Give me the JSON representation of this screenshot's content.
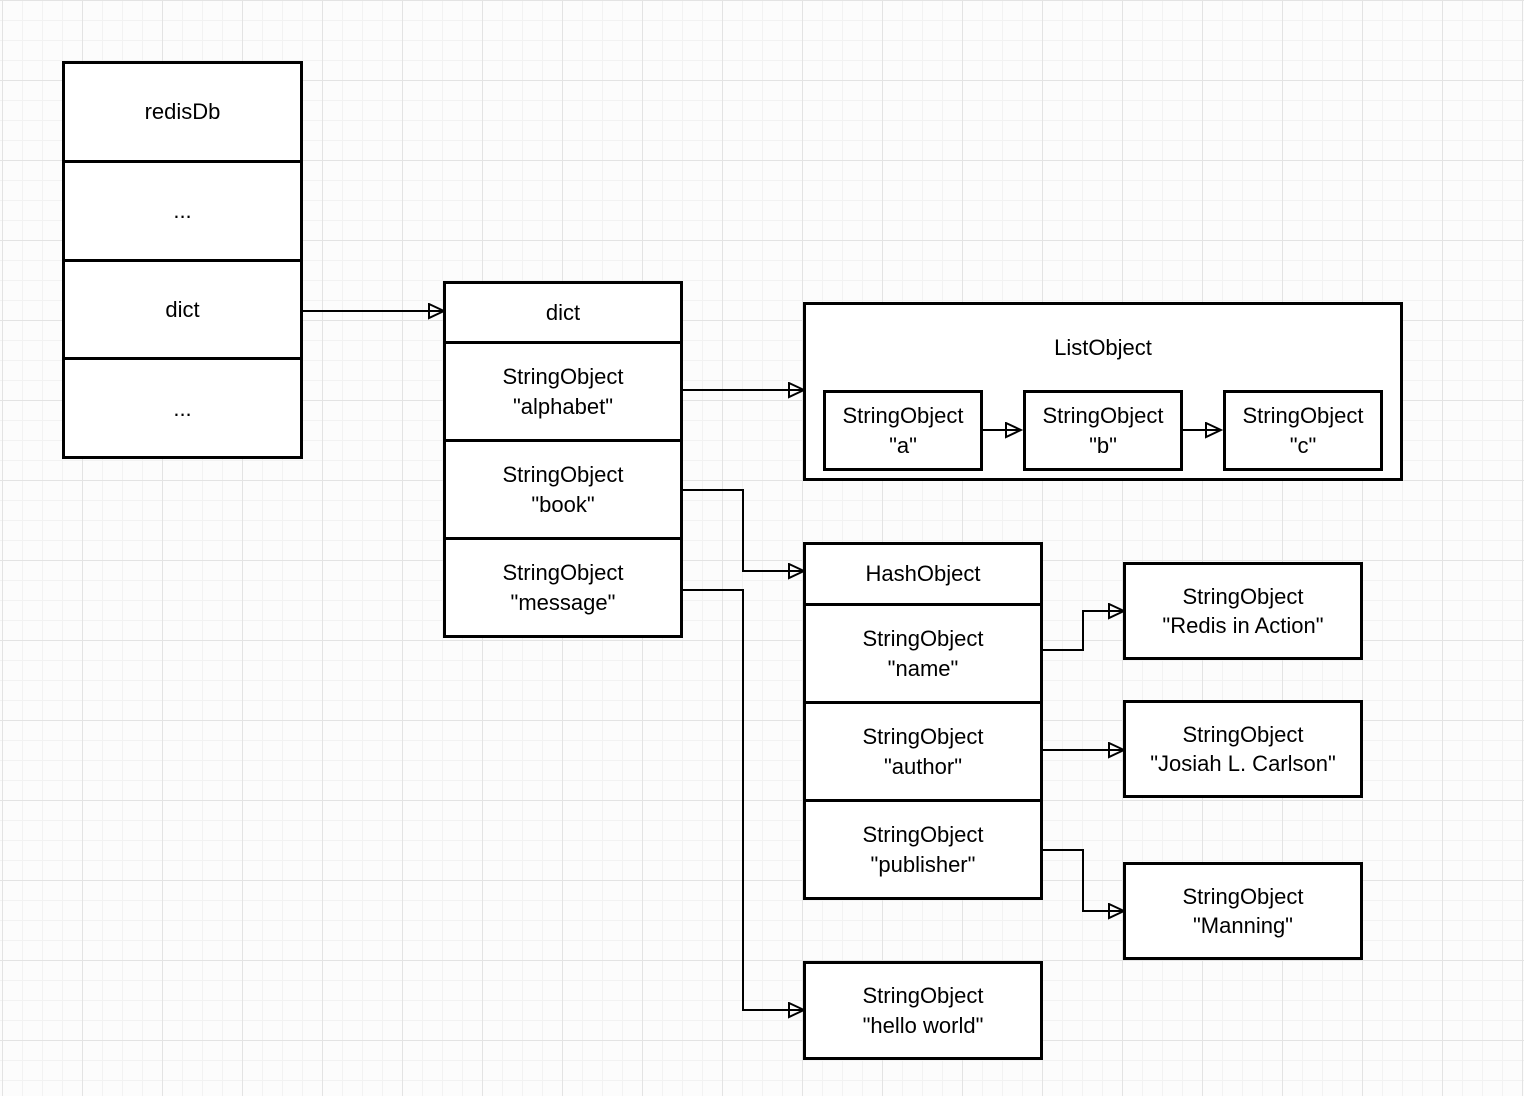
{
  "redis_db": {
    "rows": [
      {
        "text": "redisDb"
      },
      {
        "text": "..."
      },
      {
        "text": "dict"
      },
      {
        "text": "..."
      }
    ]
  },
  "dict_table": {
    "rows": [
      {
        "text": "dict"
      },
      {
        "line1": "StringObject",
        "line2": "\"alphabet\""
      },
      {
        "line1": "StringObject",
        "line2": "\"book\""
      },
      {
        "line1": "StringObject",
        "line2": "\"message\""
      }
    ]
  },
  "list_object": {
    "title": "ListObject",
    "items": [
      {
        "line1": "StringObject",
        "line2": "\"a\""
      },
      {
        "line1": "StringObject",
        "line2": "\"b\""
      },
      {
        "line1": "StringObject",
        "line2": "\"c\""
      }
    ]
  },
  "hash_object": {
    "rows": [
      {
        "text": "HashObject"
      },
      {
        "line1": "StringObject",
        "line2": "\"name\""
      },
      {
        "line1": "StringObject",
        "line2": "\"author\""
      },
      {
        "line1": "StringObject",
        "line2": "\"publisher\""
      }
    ]
  },
  "string_objects": {
    "redis_in_action": {
      "line1": "StringObject",
      "line2": "\"Redis in Action\""
    },
    "josiah": {
      "line1": "StringObject",
      "line2": "\"Josiah L. Carlson\""
    },
    "manning": {
      "line1": "StringObject",
      "line2": "\"Manning\""
    },
    "hello_world": {
      "line1": "StringObject",
      "line2": "\"hello world\""
    }
  },
  "edges": [
    {
      "from": "redisdb-row-dict",
      "to": "dict-table"
    },
    {
      "from": "dict-row-alphabet",
      "to": "list-object"
    },
    {
      "from": "list-item-a",
      "to": "list-item-b"
    },
    {
      "from": "list-item-b",
      "to": "list-item-c"
    },
    {
      "from": "dict-row-book",
      "to": "hash-object"
    },
    {
      "from": "hash-row-name",
      "to": "string-redis-in-action"
    },
    {
      "from": "hash-row-author",
      "to": "string-josiah-l-carlson"
    },
    {
      "from": "hash-row-publisher",
      "to": "string-manning"
    },
    {
      "from": "dict-row-message",
      "to": "string-hello-world"
    }
  ],
  "colors": {
    "shape_stroke": "#000000",
    "shape_fill": "#ffffff",
    "grid_minor": "#f2f2f2",
    "grid_major": "#e3e3e3"
  }
}
